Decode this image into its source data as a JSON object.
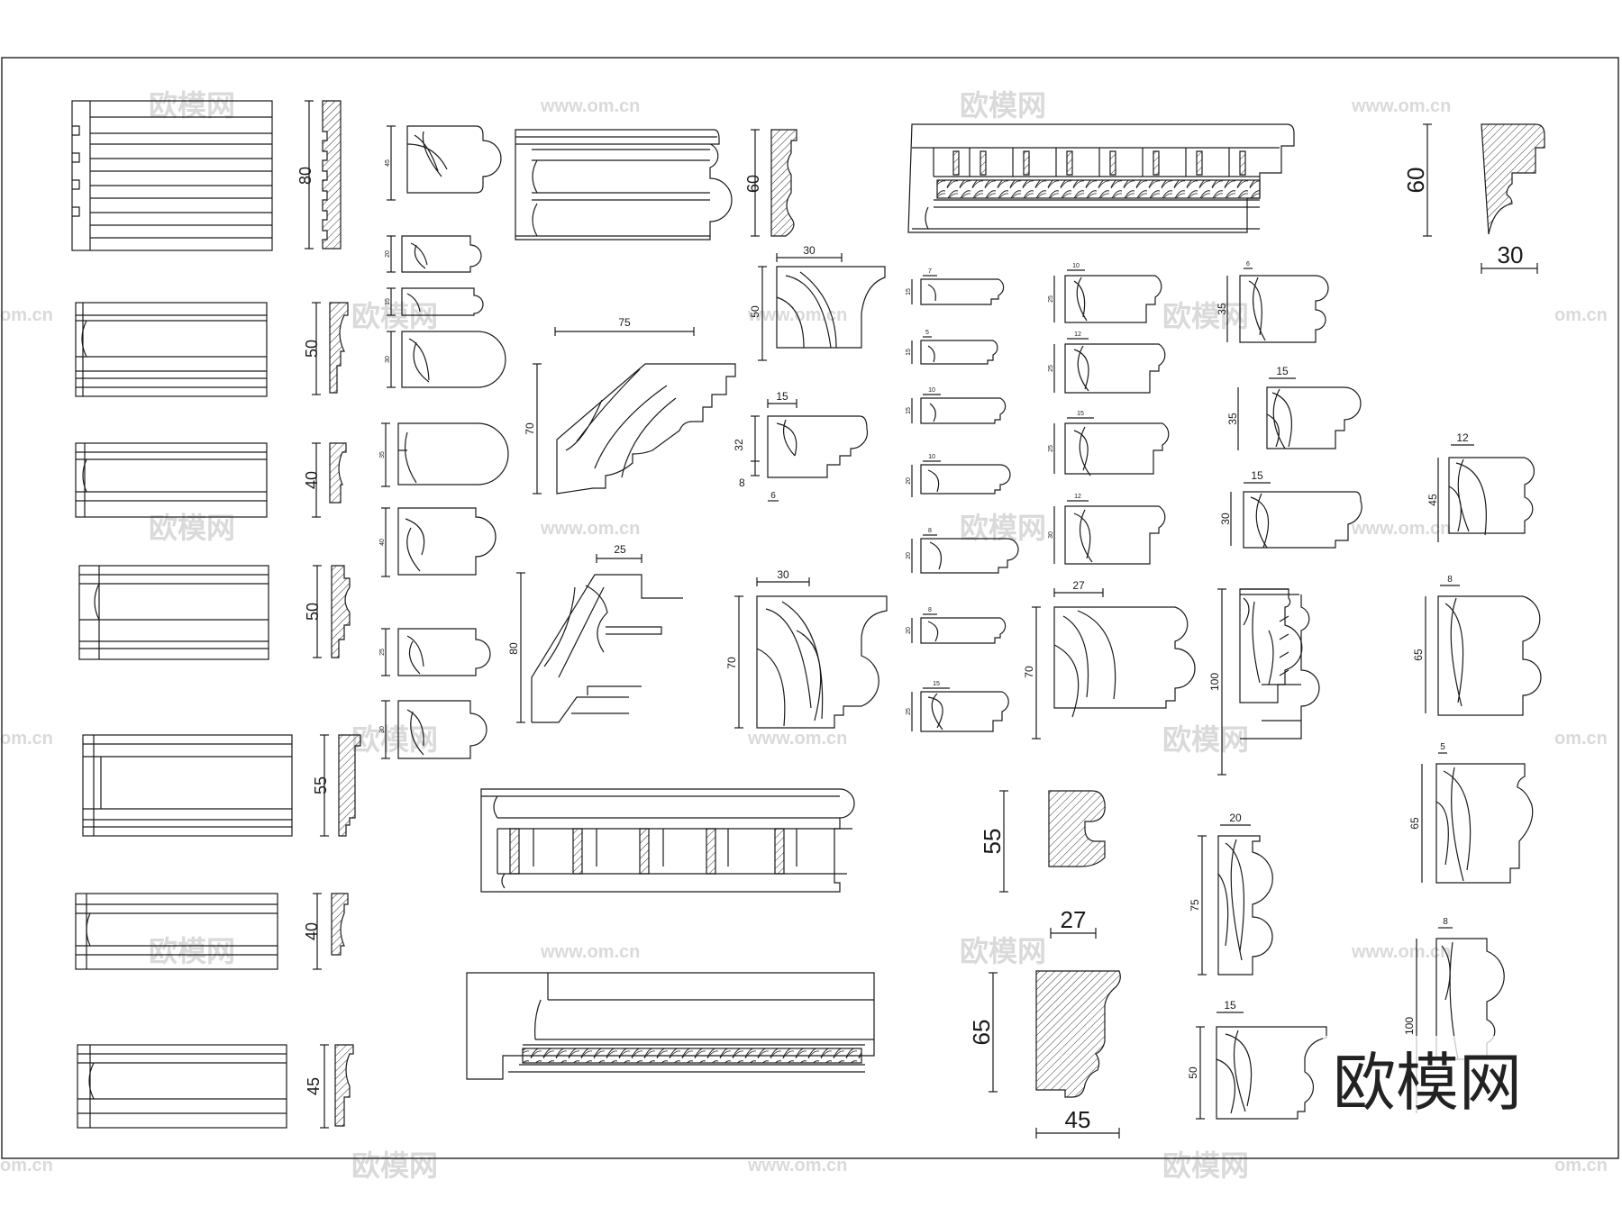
{
  "watermark": {
    "site": "www.om.cn",
    "site_short": "om.cn",
    "cn": "欧模网"
  },
  "logo": {
    "text": "欧模网"
  },
  "dims": {
    "a80": "80",
    "a50": "50",
    "a40": "40",
    "b50": "50",
    "a55": "55",
    "b40": "40",
    "a45": "45",
    "s45": "45",
    "s20": "20",
    "s15": "15",
    "s30": "30",
    "s35": "35",
    "s40": "40",
    "s25": "25",
    "s30b": "30",
    "h60": "60",
    "w75": "75",
    "h70": "70",
    "w25": "25",
    "h80": "80",
    "w30a": "30",
    "h50a": "50",
    "w15a": "15",
    "h32": "32",
    "h8": "8",
    "w6": "6",
    "w30b": "30",
    "h70b": "70",
    "c1w": "7",
    "c1h": "15",
    "c2w": "5",
    "c2h": "15",
    "c3w": "10",
    "c3h": "15",
    "c4w": "10",
    "c4h": "20",
    "c5w": "8",
    "c5h": "20",
    "c6w": "8",
    "c6h": "20",
    "c7w": "15",
    "c7h": "25",
    "d1w": "10",
    "d1h": "25",
    "d2w": "12",
    "d2h": "25",
    "d3w": "15",
    "d3h": "25",
    "d4w": "12",
    "d4h": "30",
    "w27": "27",
    "h70c": "70",
    "e1w": "6",
    "e1h": "35",
    "e2w": "15",
    "e2h": "35",
    "e3w": "15",
    "e3h": "30",
    "h100": "100",
    "top60": "60",
    "top30": "30",
    "f1w": "12",
    "f1h": "45",
    "f2w": "8",
    "f2h": "65",
    "f3w": "5",
    "f3h": "65",
    "f4w": "8",
    "f4h": "100",
    "h55big": "55",
    "w27big": "27",
    "h65big": "65",
    "w45big": "45",
    "g1w": "20",
    "g1h": "75",
    "g2w": "15",
    "g2h": "50"
  },
  "colors": {
    "line": "#1a1a1a",
    "watermark": "#dadada",
    "logo": "#222222"
  }
}
